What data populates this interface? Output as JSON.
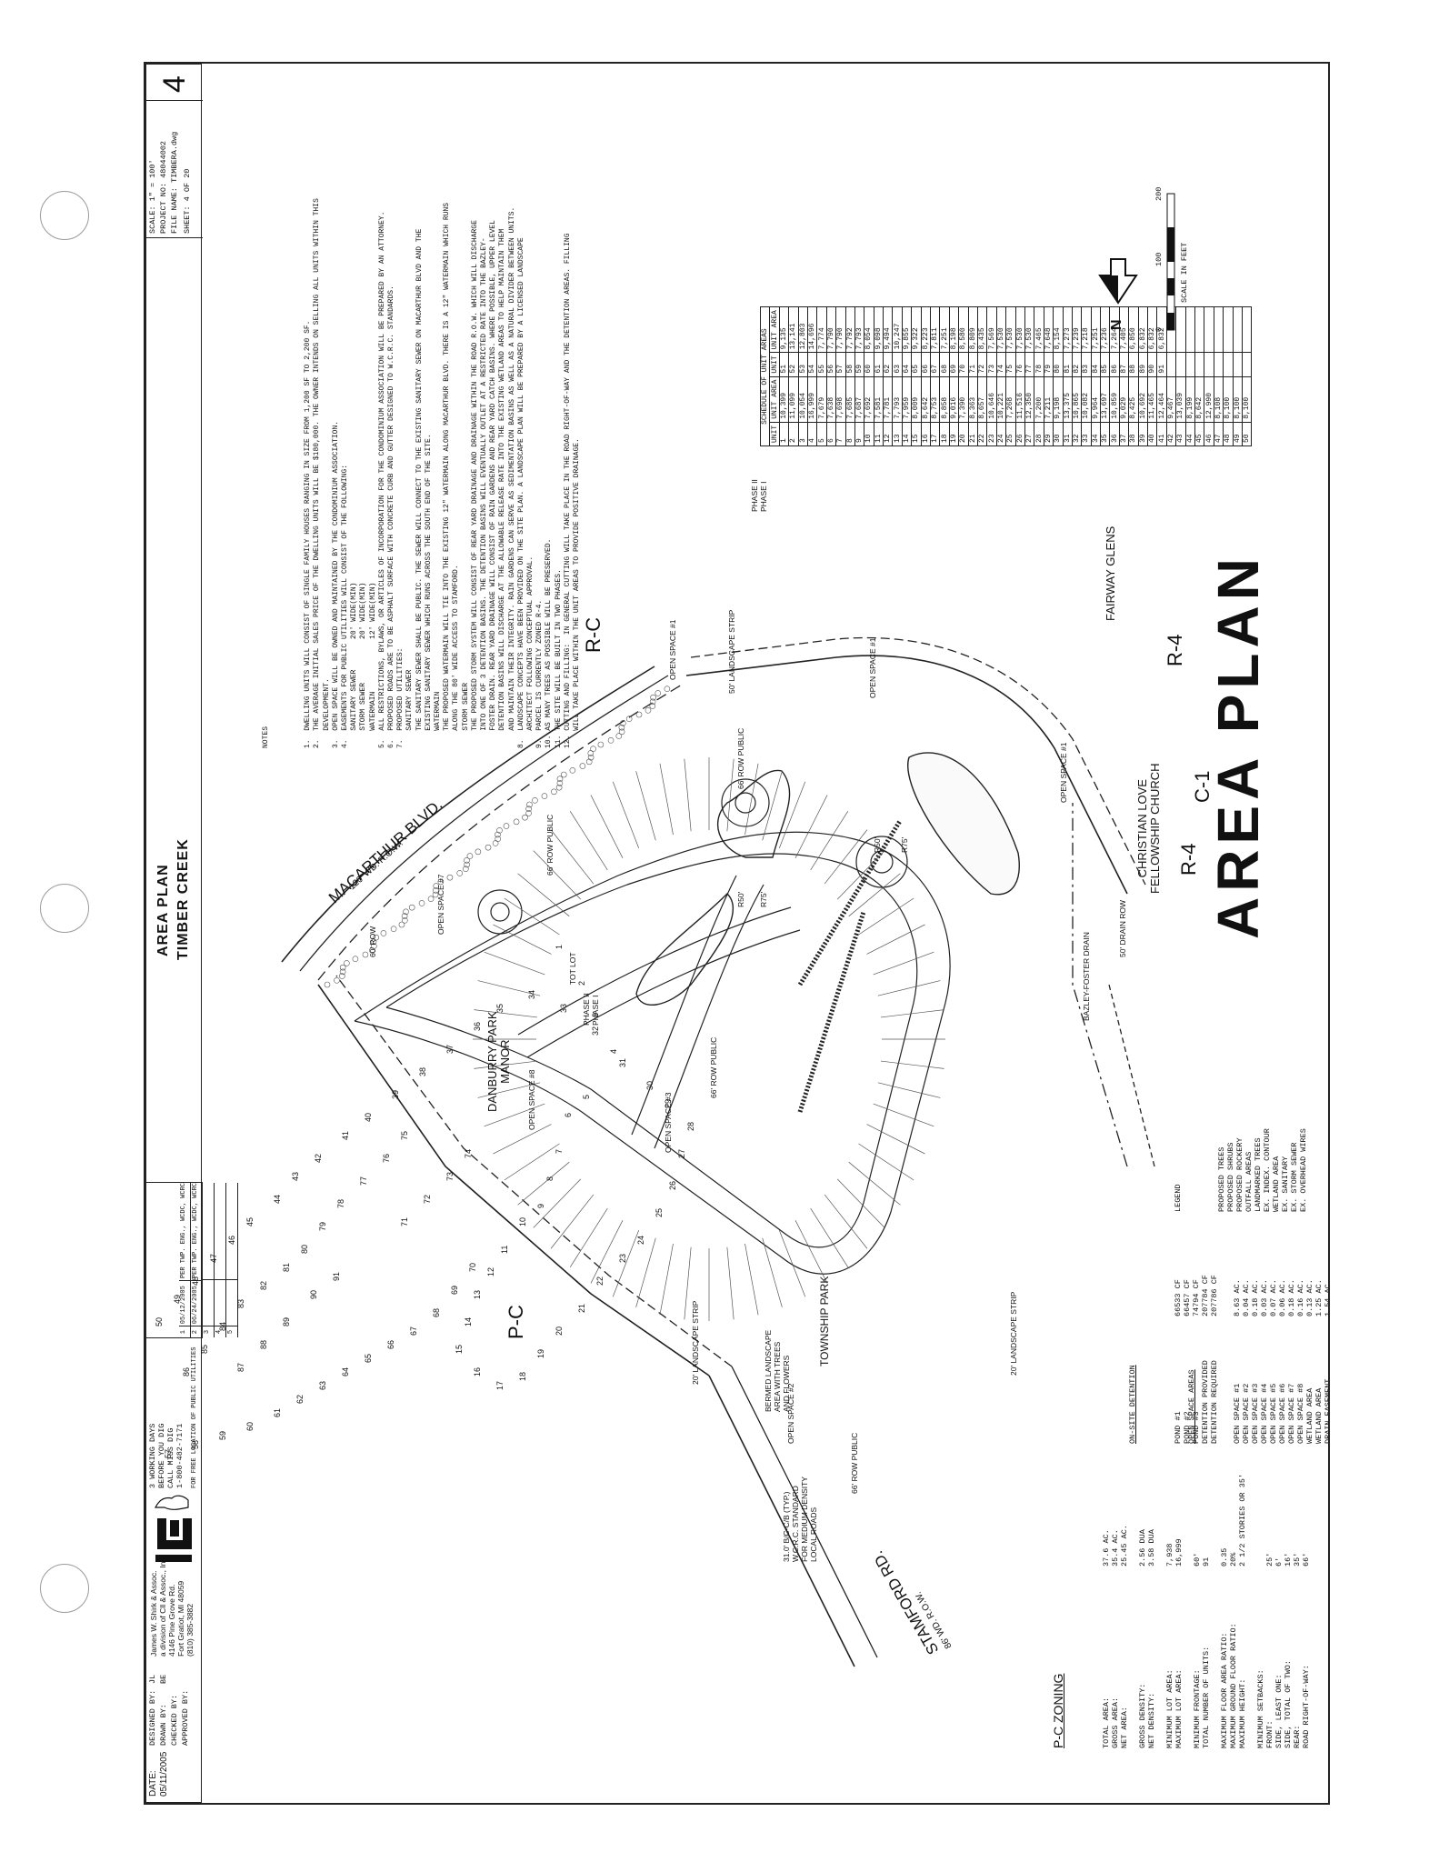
{
  "title": "AREA PLAN",
  "sheet_number": "4",
  "title_block": {
    "project_name": "TIMBER CREEK",
    "drawing_title": "AREA PLAN",
    "scale": "SCALE: 1\" = 100'",
    "project_no": "PROJECT NO: 48044002",
    "file_name": "FILE NAME: TIMBERA.dwg",
    "sheet": "SHEET: 4 OF 20",
    "company_line1": "James W. Shirk & Assoc.",
    "company_line2": "a division of Cll & Assoc., Inc.",
    "company_line3": "4146 Pine Grove Rd.",
    "company_line4": "Fort Gratiot, MI 48059",
    "company_phone": "(810) 385-3882",
    "date_label": "DATE:",
    "date_value": "05/11/2005",
    "designed_by": "DESIGNED BY:",
    "designed_value": "JL",
    "drawn_by": "DRAWN BY:",
    "drawn_value": "BE",
    "checked_by": "CHECKED BY:",
    "approved_by": "APPROVED BY:",
    "call_line1": "3 WORKING DAYS",
    "call_line2": "BEFORE YOU DIG",
    "call_line3": "CALL MISS DIG",
    "call_line4": "1-800-482-7171",
    "call_line5": "FOR FREE LOCATION OF PUBLIC UTILITIES",
    "revisions": [
      {
        "no": "1",
        "date": "05/12/2005",
        "desc": "PER TWP. ENG., WCDC, WCRC"
      },
      {
        "no": "2",
        "date": "06/24/2005",
        "desc": "PER TWP. ENG., WCDC, WCRC"
      },
      {
        "no": "3",
        "date": "",
        "desc": ""
      },
      {
        "no": "4",
        "date": "",
        "desc": ""
      },
      {
        "no": "5",
        "date": "",
        "desc": ""
      }
    ]
  },
  "zoning": {
    "heading": "P-C ZONING",
    "rows": [
      {
        "k": "TOTAL AREA:",
        "v": "37.6 AC."
      },
      {
        "k": "GROSS AREA:",
        "v": "35.4 AC."
      },
      {
        "k": "NET AREA:",
        "v": "25.45 AC."
      },
      {
        "k": "",
        "v": ""
      },
      {
        "k": "GROSS DENSITY:",
        "v": "2.56 DUA"
      },
      {
        "k": "NET DENSITY:",
        "v": "3.58 DUA"
      },
      {
        "k": "",
        "v": ""
      },
      {
        "k": "MINIMUM LOT AREA:",
        "v": "7,938"
      },
      {
        "k": "MAXIMUM LOT AREA:",
        "v": "16,999"
      },
      {
        "k": "",
        "v": ""
      },
      {
        "k": "MINIMUM FRONTAGE:",
        "v": "60'"
      },
      {
        "k": "TOTAL NUMBER OF UNITS:",
        "v": "91"
      },
      {
        "k": "",
        "v": ""
      },
      {
        "k": "MAXIMUM FLOOR AREA RATIO:",
        "v": "0.35"
      },
      {
        "k": "MAXIMUM GROUND FLOOR RATIO:",
        "v": "20%"
      },
      {
        "k": "MAXIMUM HEIGHT:",
        "v": "2 1/2 STORIES OR 35'"
      },
      {
        "k": "",
        "v": ""
      },
      {
        "k": "MINIMUM SETBACKS:",
        "v": ""
      },
      {
        "k": "FRONT:",
        "v": "25'"
      },
      {
        "k": "SIDE, LEAST ONE:",
        "v": "6'"
      },
      {
        "k": "SIDE, TOTAL OF TWO:",
        "v": "16'"
      },
      {
        "k": "REAR:",
        "v": "35'"
      },
      {
        "k": "ROAD RIGHT-OF-WAY:",
        "v": "66'"
      }
    ]
  },
  "detention": {
    "heading": "ON-SITE DETENTION",
    "rows": [
      {
        "k": "POND #1",
        "v": "66533 CF"
      },
      {
        "k": "POND #2",
        "v": "66457 CF"
      },
      {
        "k": "POND #3",
        "v": "74794 CF"
      },
      {
        "k": "DETENTION PROVIDED",
        "v": "207784 CF"
      },
      {
        "k": "DETENTION REQUIRED",
        "v": "207786 CF"
      }
    ]
  },
  "open_space": {
    "heading": "OPEN SPACE AREAS",
    "rows": [
      {
        "k": "OPEN SPACE #1",
        "v": "8.63 AC."
      },
      {
        "k": "OPEN SPACE #2",
        "v": "0.04 AC."
      },
      {
        "k": "OPEN SPACE #3",
        "v": "0.18 AC."
      },
      {
        "k": "OPEN SPACE #4",
        "v": "0.03 AC."
      },
      {
        "k": "OPEN SPACE #5",
        "v": "0.07 AC."
      },
      {
        "k": "OPEN SPACE #6",
        "v": "0.06 AC."
      },
      {
        "k": "OPEN SPACE #7",
        "v": "0.18 AC."
      },
      {
        "k": "OPEN SPACE #8",
        "v": "0.16 AC."
      },
      {
        "k": "WETLAND AREA",
        "v": "0.13 AC."
      },
      {
        "k": "WETLAND AREA",
        "v": "1.25 AC."
      },
      {
        "k": "DRAIN EASEMENT",
        "v": "1.54 AC."
      }
    ]
  },
  "legend": {
    "heading": "LEGEND",
    "items": [
      "PROPOSED TREES",
      "PROPOSED SHRUBS",
      "PROPOSED ROCKERY",
      "OUTFALL AREAS",
      "LANDMARKED TREES",
      "EX. INDEX. CONTOUR",
      "WETLAND AREA",
      "EX. SANITARY",
      "EX. STORM SEWER",
      "EX. OVERHEAD WIRES"
    ]
  },
  "notes": {
    "heading": "NOTES",
    "lines": [
      "1.  DWELLING UNITS WILL CONSIST OF SINGLE FAMILY HOUSES RANGING IN SIZE FROM 1,200 SF TO 2,200 SF.",
      "2.  THE AVERAGE INITIAL SALES PRICE OF THE DWELLING UNITS WILL BE $180,000. THE OWNER INTENDS ON SELLING ALL UNITS WITHIN THIS",
      "    DEVELOPMENT.",
      "3.  OPEN SPACE WILL BE OWNED AND MAINTAINED BY THE CONDOMINIUM ASSOCIATION.",
      "4.  EASEMENTS FOR PUBLIC UTILITIES WILL CONSIST OF THE FOLLOWING:",
      "    SANITARY SEWER       20' WIDE(MIN)",
      "    STORM SEWER          20' WIDE(MIN)",
      "    WATERMAIN            12' WIDE(MIN)",
      "5.  ALL RESTRICTIONS, BYLAWS, OR ARTICLES OF INCORPORATION FOR THE CONDOMINIUM ASSOCIATION WILL BE PREPARED BY AN ATTORNEY.",
      "6.  PROPOSED ROADS ARE TO BE ASPHALT SURFACE WITH CONCRETE CURB AND GUTTER DESIGNED TO W.C.R.C. STANDARDS.",
      "7.  PROPOSED UTILITIES:",
      "    SANITARY SEWER",
      "    THE SANITARY SEWER SHALL BE PUBLIC. THE SEWER WILL CONNECT TO THE EXISTING SANITARY SEWER ON MACARTHUR BLVD AND THE",
      "    EXISTING SANITARY SEWER WHICH RUNS ACROSS THE SOUTH END OF THE SITE.",
      "    WATERMAIN",
      "    THE PROPOSED WATERMAIN WILL TIE INTO THE EXISTING 12\" WATERMAIN ALONG MACARTHUR BLVD. THERE IS A 12\" WATERMAIN WHICH RUNS",
      "    ALONG THE 80' WIDE ACCESS TO STAMFORD.",
      "    STORM SEWER",
      "    THE PROPOSED STORM SYSTEM WILL CONSIST OF REAR YARD DRAINAGE AND DRAINAGE WITHIN THE ROAD R.O.W. WHICH WILL DISCHARGE",
      "    INTO ONE OF 3 DETENTION BASINS. THE DETENTION BASINS WILL EVENTUALLY OUTLET AT A RESTRICTED RATE INTO THE BAZLEY-",
      "    FOSTER DRAIN. REAR YARD DRAINAGE WILL CONSIST OF RAIN GARDENS AND REAR YARD CATCH BASINS. WHERE POSSIBLE, UPPER LEVEL",
      "    DETENTION BASINS WILL DISCHARGE AT THE ALLOWABLE RELEASE RATE INTO THE EXISTING WETLAND AREAS TO HELP MAINTAIN THEM",
      "    AND MAINTAIN THEIR INTEGRITY. RAIN GARDENS CAN SERVE AS SEDIMENTATION BASINS AS WELL AS A NATURAL DIVIDER BETWEEN UNITS.",
      "8.  LANDSCAPE CONCEPTS HAVE BEEN PROVIDED ON THE SITE PLAN. A LANDSCAPE PLAN WILL BE PREPARED BY A LICENSED LANDSCAPE",
      "    ARCHITECT FOLLOWING CONCEPTUAL APPROVAL.",
      "9.  PARCEL IS CURRENTLY ZONED R-4.",
      "10. AS MANY TREES AS POSSIBLE WILL BE PRESERVED.",
      "11. THE SITE WILL BE BUILT IN TWO PHASES.",
      "12. CUTTING AND FILLING:  IN GENERAL CUTTING WILL TAKE PLACE IN THE ROAD RIGHT-OF-WAY AND THE DETENTION AREAS. FILLING",
      "    WILL TAKE PLACE WITHIN THE UNIT AREAS TO PROVIDE POSITIVE DRAINAGE."
    ]
  },
  "schedule": {
    "heading": "SCHEDULE OF UNIT AREAS",
    "col_unit": "UNIT",
    "col_area": "UNIT AREA",
    "rows": [
      [
        "1",
        "10,399",
        "51",
        "9,135"
      ],
      [
        "2",
        "11,099",
        "52",
        "13,141"
      ],
      [
        "3",
        "10,054",
        "53",
        "12,803"
      ],
      [
        "4",
        "16,999",
        "54",
        "14,696"
      ],
      [
        "5",
        "7,679",
        "55",
        "7,774"
      ],
      [
        "6",
        "7,638",
        "56",
        "7,790"
      ],
      [
        "7",
        "7,698",
        "57",
        "7,790"
      ],
      [
        "8",
        "7,685",
        "58",
        "7,792"
      ],
      [
        "9",
        "7,687",
        "59",
        "7,793"
      ],
      [
        "10",
        "7,692",
        "60",
        "8,054"
      ],
      [
        "11",
        "7,581",
        "61",
        "9,098"
      ],
      [
        "12",
        "7,781",
        "62",
        "9,494"
      ],
      [
        "13",
        "7,793",
        "63",
        "10,247"
      ],
      [
        "14",
        "7,959",
        "64",
        "9,855"
      ],
      [
        "15",
        "8,009",
        "65",
        "9,322"
      ],
      [
        "16",
        "8,642",
        "66",
        "8,223"
      ],
      [
        "17",
        "8,753",
        "67",
        "7,811"
      ],
      [
        "18",
        "8,858",
        "68",
        "7,251"
      ],
      [
        "19",
        "9,016",
        "69",
        "8,198"
      ],
      [
        "20",
        "7,390",
        "70",
        "8,580"
      ],
      [
        "21",
        "8,363",
        "71",
        "8,809"
      ],
      [
        "22",
        "8,657",
        "72",
        "8,435"
      ],
      [
        "23",
        "10,646",
        "73",
        "7,569"
      ],
      [
        "24",
        "10,221",
        "74",
        "7,530"
      ],
      [
        "25",
        "7,268",
        "75",
        "7,530"
      ],
      [
        "26",
        "11,516",
        "76",
        "7,530"
      ],
      [
        "27",
        "12,350",
        "77",
        "7,530"
      ],
      [
        "28",
        "7,200",
        "78",
        "7,465"
      ],
      [
        "29",
        "7,211",
        "79",
        "7,648"
      ],
      [
        "30",
        "9,198",
        "80",
        "8,154"
      ],
      [
        "31",
        "13,375",
        "81",
        "7,273"
      ],
      [
        "32",
        "10,865",
        "82",
        "7,239"
      ],
      [
        "33",
        "10,082",
        "83",
        "7,218"
      ],
      [
        "34",
        "9,964",
        "84",
        "7,251"
      ],
      [
        "35",
        "13,697",
        "85",
        "7,236"
      ],
      [
        "36",
        "10,859",
        "86",
        "7,264"
      ],
      [
        "37",
        "9,029",
        "87",
        "7,405"
      ],
      [
        "38",
        "8,425",
        "88",
        "6,850"
      ],
      [
        "39",
        "10,692",
        "89",
        "6,832"
      ],
      [
        "40",
        "11,465",
        "90",
        "6,832"
      ],
      [
        "41",
        "12,464",
        "91",
        "6,832"
      ],
      [
        "42",
        "9,467",
        "",
        ""
      ],
      [
        "43",
        "13,039",
        "",
        ""
      ],
      [
        "44",
        "8,199",
        "",
        ""
      ],
      [
        "45",
        "8,642",
        "",
        ""
      ],
      [
        "46",
        "12,990",
        "",
        ""
      ],
      [
        "47",
        "8,108",
        "",
        ""
      ],
      [
        "48",
        "8,100",
        "",
        ""
      ],
      [
        "49",
        "8,100",
        "",
        ""
      ],
      [
        "50",
        "8,100",
        "",
        ""
      ]
    ]
  },
  "scale_bar": {
    "ticks": [
      "0",
      "100",
      "200"
    ],
    "label": "SCALE IN FEET",
    "north": "N"
  },
  "map_labels": {
    "macarthur": "MACARTHUR BLVD.",
    "macarthur_row": "120' WD. R.O.W.",
    "stamford": "STAMFORD RD.",
    "stamford_row": "86' WD. R.O.W.",
    "danburry": "DANBURRY PARK\nMANOR",
    "fairway": "FAIRWAY GLENS",
    "church": "CHRISTIAN LOVE\nFELLOWSHIP CHURCH",
    "township_park": "TOWNSHIP PARK",
    "bazley": "BAZLEY-FOSTER DRAIN",
    "drain_row": "50' DRAIN ROW",
    "zone_rc": "R-C",
    "zone_r4a": "R-4",
    "zone_r4b": "R-4",
    "zone_c1": "C-1",
    "zone_pc": "P-C",
    "landscape_strip_a": "20' LANDSCAPE STRIP",
    "landscape_strip_b": "20' LANDSCAPE STRIP",
    "landscape_strip_c": "50' LANDSCAPE STRIP",
    "open_space_1a": "OPEN SPACE #1",
    "open_space_1b": "OPEN SPACE #1",
    "open_space_1c": "OPEN SPACE #1",
    "open_space_2": "OPEN SPACE #2",
    "open_space_3": "OPEN SPACE #3",
    "open_space_7": "OPEN SPACE #7",
    "open_space_8": "OPEN SPACE #8",
    "tot_lot": "TOT LOT",
    "row_public_a": "66' ROW PUBLIC",
    "row_public_b": "66' ROW PUBLIC",
    "row_public_c": "66' ROW PUBLIC",
    "row_public_d": "66' ROW PUBLIC",
    "phase": "PHASE II\nPHASE I",
    "phase_b": "PHASE II\nPHASE I",
    "bermed": "BERMED LANDSCAPE\nAREA WITH TREES\nAND FLOWERS",
    "wcrc": "31.0' B/C-C/B (TYP.)\nW.C.R.C. STANDARD\nFOR MEDIUM DENSITY\nLOCAL ROADS",
    "row_60": "60' ROW",
    "r50a": "R50'",
    "r75a": "R75'",
    "r50b": "R50'",
    "r75b": "R75'"
  }
}
